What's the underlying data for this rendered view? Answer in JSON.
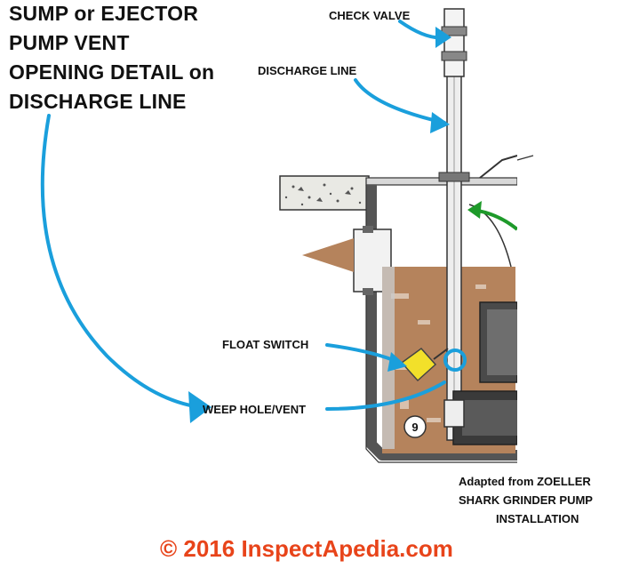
{
  "title": {
    "line1": "SUMP or EJECTOR",
    "line2": "PUMP VENT",
    "line3": "OPENING DETAIL on",
    "line4": "DISCHARGE LINE"
  },
  "labels": {
    "check_valve": "CHECK VALVE",
    "discharge_line": "DISCHARGE LINE",
    "float_switch": "FLOAT SWITCH",
    "weep_hole": "WEEP HOLE/VENT",
    "basin_number": "9"
  },
  "credit": {
    "line1": "Adapted from ZOELLER",
    "line2": "SHARK GRINDER PUMP",
    "line3": "INSTALLATION"
  },
  "copyright": "© 2016 InspectApedia.com",
  "colors": {
    "arrow": "#1a9fdc",
    "green_arrow": "#1e9a2a",
    "water": "#b5835c",
    "copyright": "#e8441a",
    "float": "#f2e02a"
  }
}
